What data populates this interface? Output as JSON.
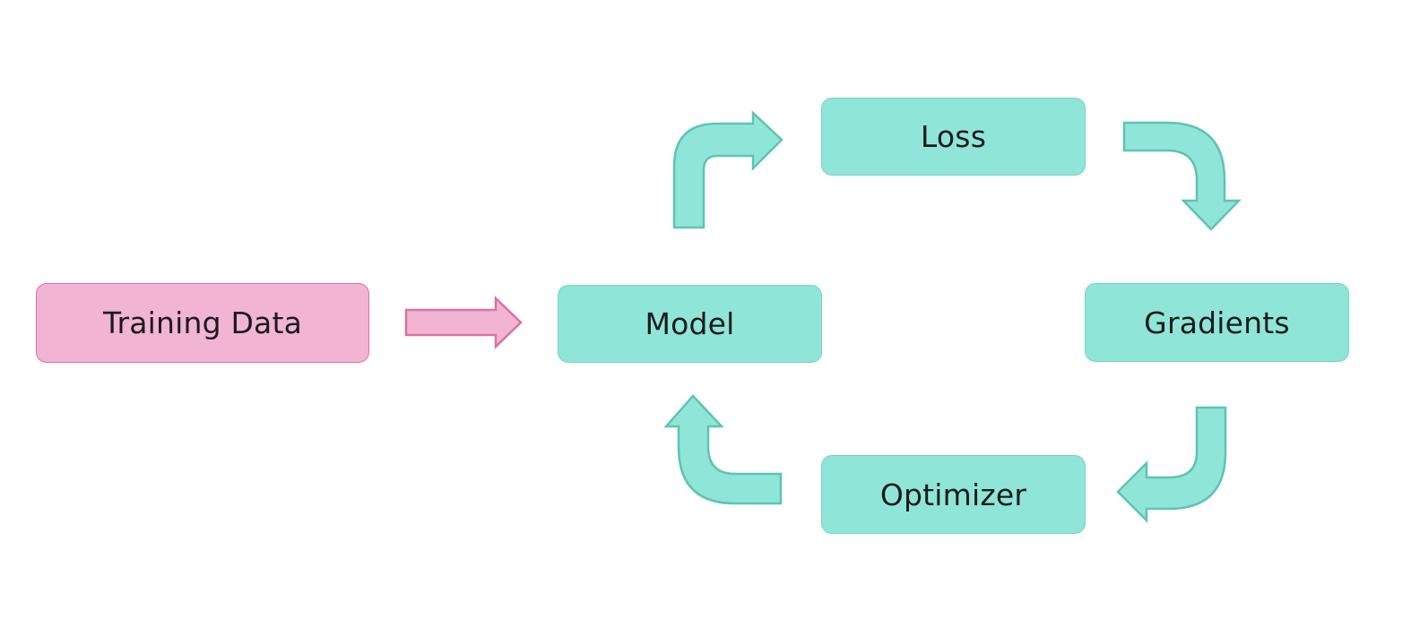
{
  "nodes": {
    "training_data": "Training Data",
    "model": "Model",
    "loss": "Loss",
    "gradients": "Gradients",
    "optimizer": "Optimizer"
  },
  "colors": {
    "teal_fill": "#8fe6d8",
    "teal_stroke": "#5fc3b3",
    "pink_fill": "#f2b4d3",
    "pink_stroke": "#d9739f"
  },
  "edges": [
    {
      "from": "training_data",
      "to": "model"
    },
    {
      "from": "model",
      "to": "loss"
    },
    {
      "from": "loss",
      "to": "gradients"
    },
    {
      "from": "gradients",
      "to": "optimizer"
    },
    {
      "from": "optimizer",
      "to": "model"
    }
  ]
}
